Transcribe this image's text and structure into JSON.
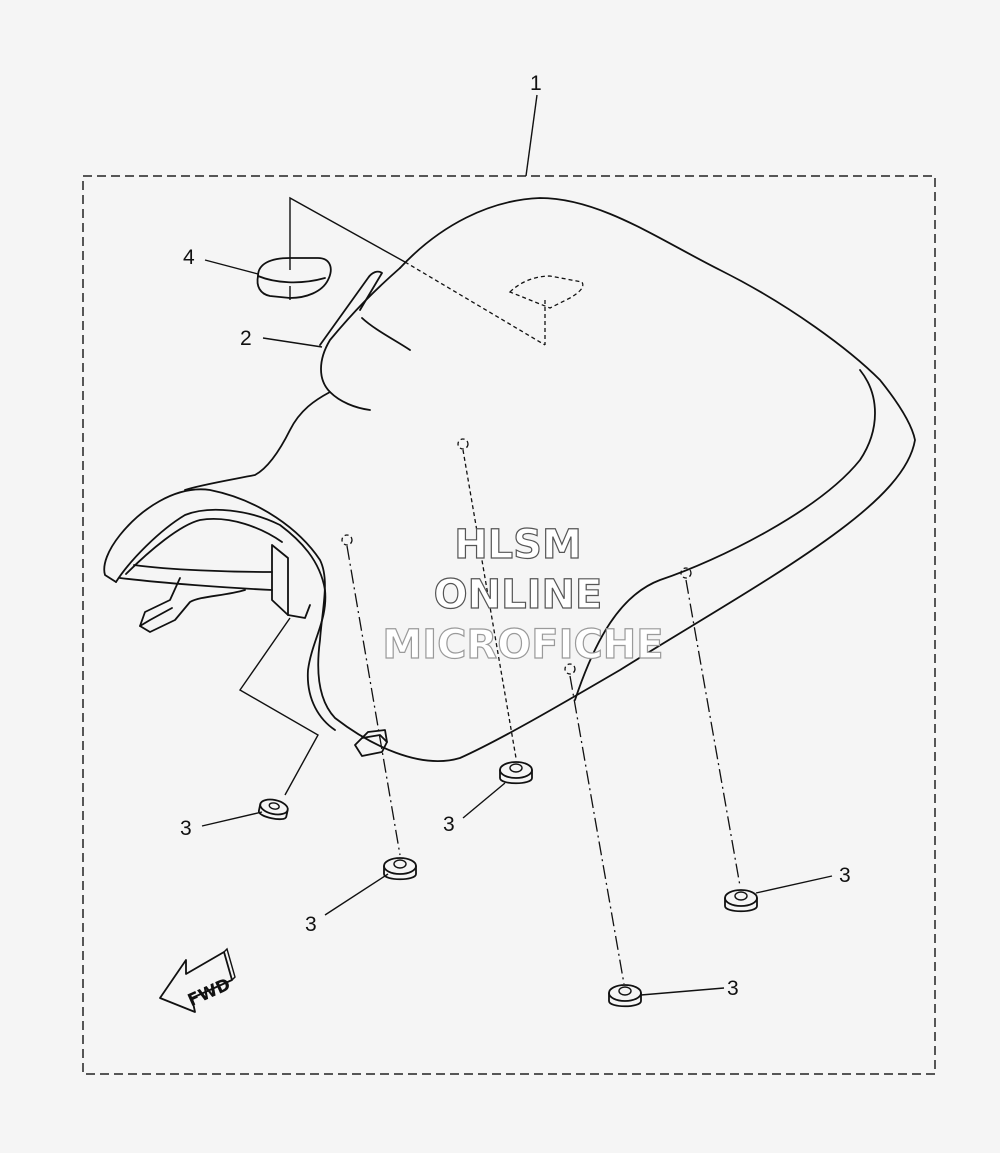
{
  "diagram": {
    "callouts": {
      "seat": "1",
      "cover": "2",
      "damper": "3",
      "pad": "4"
    },
    "watermark": {
      "line1": "HLSM",
      "line2": "ONLINE",
      "line3": "MICROFICHE"
    },
    "fwd_label": "FWD"
  }
}
